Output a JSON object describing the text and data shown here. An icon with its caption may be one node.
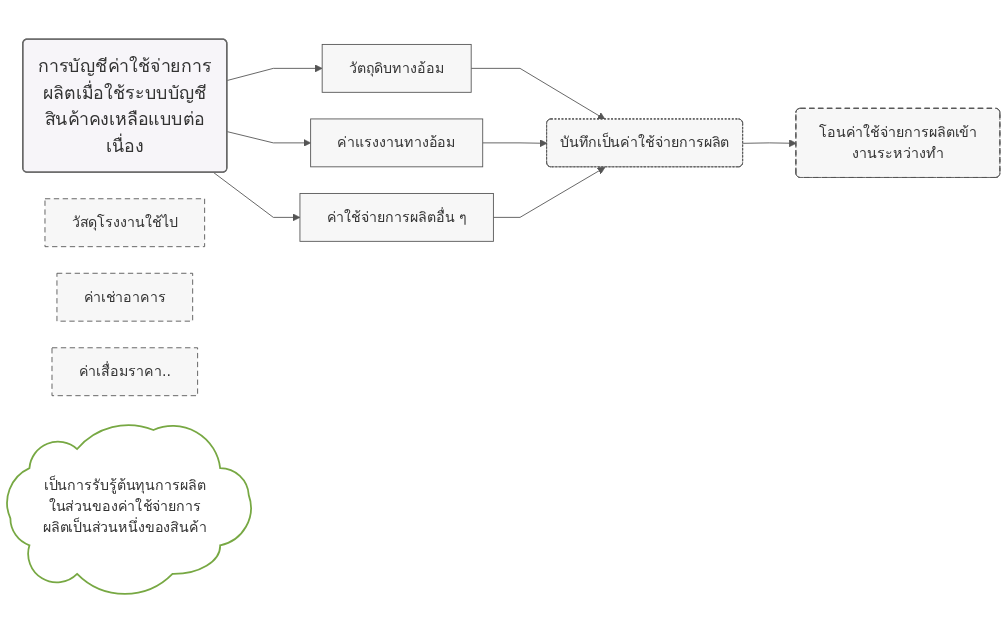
{
  "diagram": {
    "nodes": [
      {
        "text": [
          "การบัญชีค่าใช้จ่ายการผลิตเมื่อใช้ระบบบัญชีสินค้าคงเหลือแบบต่อเนื่อง"
        ]
      },
      {
        "text": [
          "วัตถุดิบทางอ้อม"
        ]
      },
      {
        "text": [
          "ค่าแรงงานทางอ้อม"
        ]
      },
      {
        "text": [
          "ค่าใช้จ่ายการผลิตอื่น ๆ"
        ]
      },
      {
        "text": [
          "วัสดุโรงงานใช้ไป"
        ]
      },
      {
        "text": [
          "ค่าเช่าอาคาร"
        ]
      },
      {
        "text": [
          "ค่าเสื่อมราคา.."
        ]
      },
      {
        "text": [
          "บันทึกเป็นค่าใช้จ่ายการผลิต"
        ]
      },
      {
        "text": [
          "โอนค่าใช้จ่ายการผลิตเข้างานระหว่างทำ"
        ]
      },
      {
        "text": [
          "เป็นการรับรู้ต้นทุนการผลิตในส่วนของค่าใช้จ่ายการผลิตเป็นส่วนหนึ่งของสินค้า"
        ]
      }
    ],
    "edges": [
      {
        "from": 0,
        "to": 1,
        "arrow": "to"
      },
      {
        "from": 0,
        "to": 2,
        "arrow": "to"
      },
      {
        "from": 0,
        "to": 3,
        "arrow": "to"
      },
      {
        "from": 1,
        "to": 7,
        "arrow": "to"
      },
      {
        "from": 2,
        "to": 7,
        "arrow": "to"
      },
      {
        "from": 3,
        "to": 7,
        "arrow": "to"
      },
      {
        "from": 7,
        "to": 8,
        "arrow": "to"
      }
    ]
  }
}
